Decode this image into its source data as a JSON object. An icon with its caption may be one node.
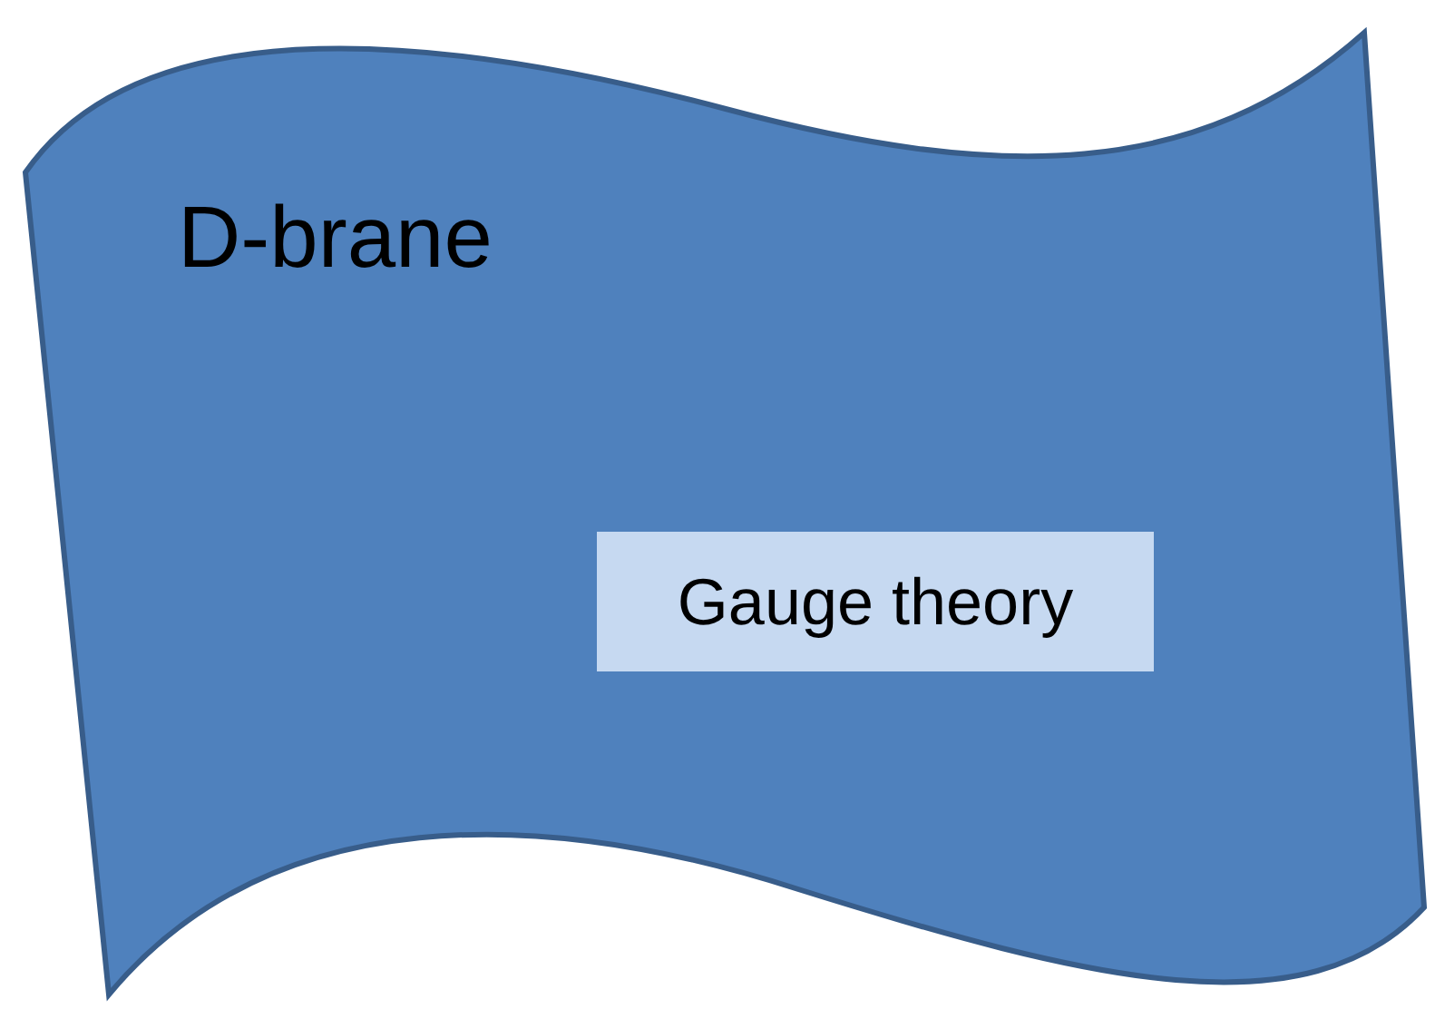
{
  "diagram": {
    "nodes": [
      {
        "text": [
          "D-brane"
        ]
      },
      {
        "text": [
          "Gauge theory"
        ],
        "in": 0
      }
    ]
  }
}
